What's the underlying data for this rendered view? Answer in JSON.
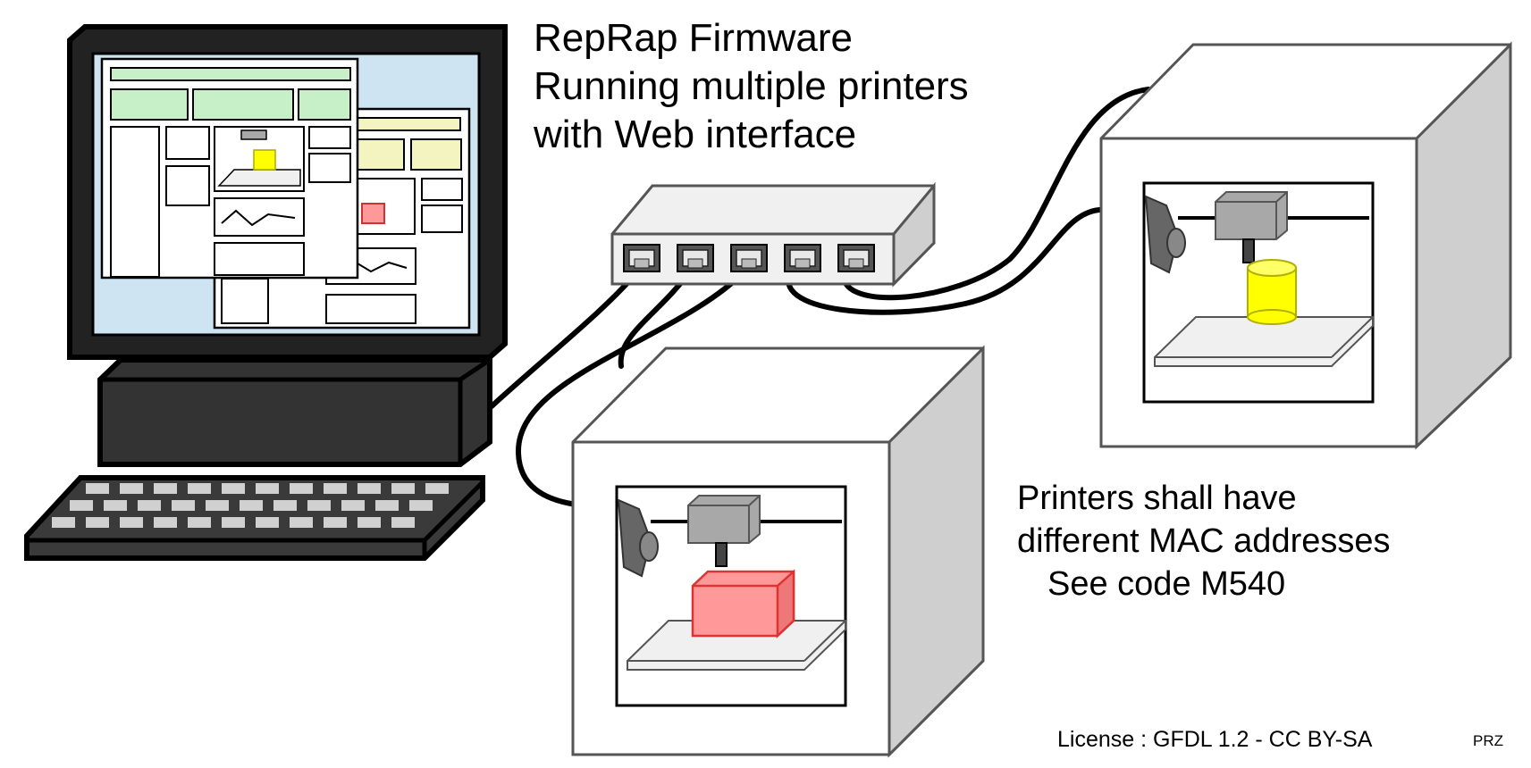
{
  "title": {
    "line1": "RepRap Firmware",
    "line2": "Running multiple printers",
    "line3": "with  Web interface"
  },
  "note": {
    "line1": "Printers shall have",
    "line2": "different MAC addresses",
    "line3": "See code M540"
  },
  "license": "License : GFDL 1.2 - CC BY-SA",
  "author": "PRZ",
  "colors": {
    "outline": "#000000",
    "monitor": "#222222",
    "screen": "#cfe4f2",
    "panel_green": "#c8f0c8",
    "panel_yellow": "#f4f4c0",
    "switch_body": "#f0f0f0",
    "box_face": "#ffffff",
    "box_side": "#cfcfcf",
    "head": "#a8a8a8",
    "print_yellow": "#ffff00",
    "print_red": "#ff9999",
    "keyboard": "#3a3a3a",
    "key": "#d0d0d0"
  },
  "icons": [
    "desktop-computer-icon",
    "network-switch-icon",
    "3d-printer-icon",
    "ethernet-cable-icon"
  ]
}
